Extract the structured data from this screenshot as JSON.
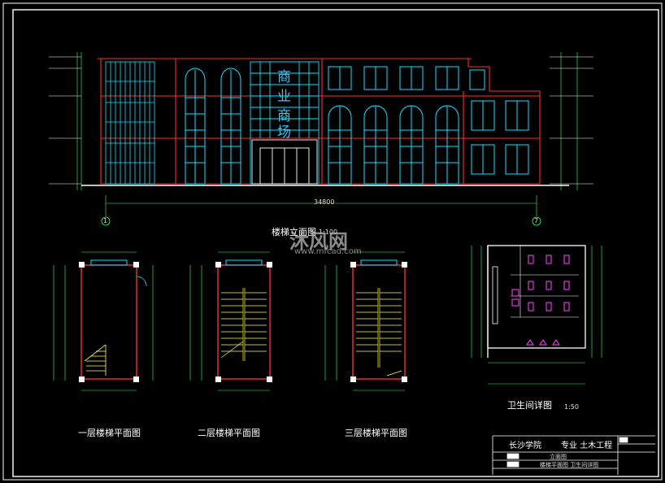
{
  "elevation": {
    "title": "楼梯立面图",
    "scale": "1:100",
    "sign_chars": [
      "商",
      "业",
      "商",
      "场"
    ],
    "axis_left": "1",
    "axis_right": "7",
    "total_dim": "34800"
  },
  "plans": [
    {
      "title": "一层楼梯平面图"
    },
    {
      "title": "二层楼梯平面图"
    },
    {
      "title": "三层楼梯平面图"
    }
  ],
  "toilet": {
    "title": "卫生间详图",
    "scale": "1:50"
  },
  "title_block": {
    "school": "长沙学院",
    "major": "专业 土木工程",
    "row1": "立面图",
    "row2": "楼梯平面图 卫生间详图"
  },
  "watermark": {
    "brand": "沐风网",
    "url": "www.mfcad.com"
  },
  "colors": {
    "background": "#000000",
    "frame": "#ffffff",
    "wall": "#ff2a2a",
    "window": "#00e5ff",
    "stair": "#ffff33",
    "fixture": "#ff44ff",
    "dim": "#33ff66"
  }
}
